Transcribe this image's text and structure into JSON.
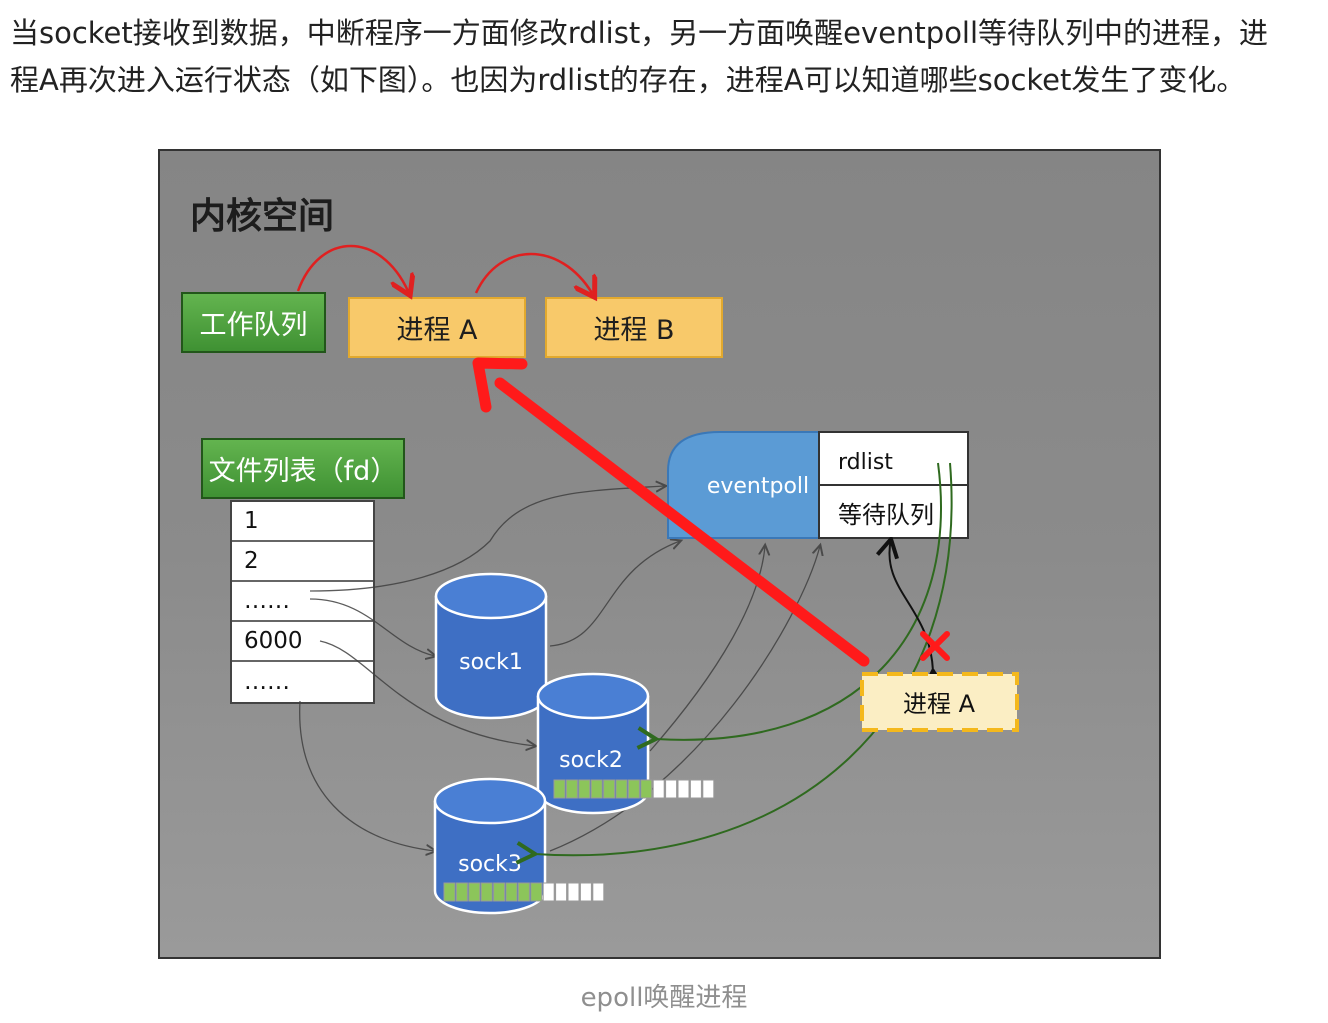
{
  "paragraph": {
    "line1": "当socket接收到数据，中断程序一方面修改rdlist，另一方面唤醒eventpoll等待队列中的进程，进",
    "line2": "程A再次进入运行状态（如下图）。也因为rdlist的存在，进程A可以知道哪些socket发生了变化。"
  },
  "diagram": {
    "kernel_title": "内核空间",
    "work_queue": "工作队列",
    "process_a": "进程 A",
    "process_b": "进程 B",
    "fd_list_label": "文件列表（fd）",
    "fd_entries": [
      "1",
      "2",
      "……",
      "6000",
      "……"
    ],
    "eventpoll": "eventpoll",
    "rdlist": "rdlist",
    "wait_queue": "等待队列",
    "sockets": [
      "sock1",
      "sock2",
      "sock3"
    ],
    "waiting_process": "进程 A",
    "colors": {
      "red_arrow": "#ff1a1a",
      "green_box": "#4fa23c",
      "yellow_box": "#f8c96a",
      "blue_socket": "#3e6fc4",
      "eventpoll_blue": "#5b9bd5",
      "buffer_green": "#8cc55a"
    }
  },
  "caption": "epoll唤醒进程"
}
